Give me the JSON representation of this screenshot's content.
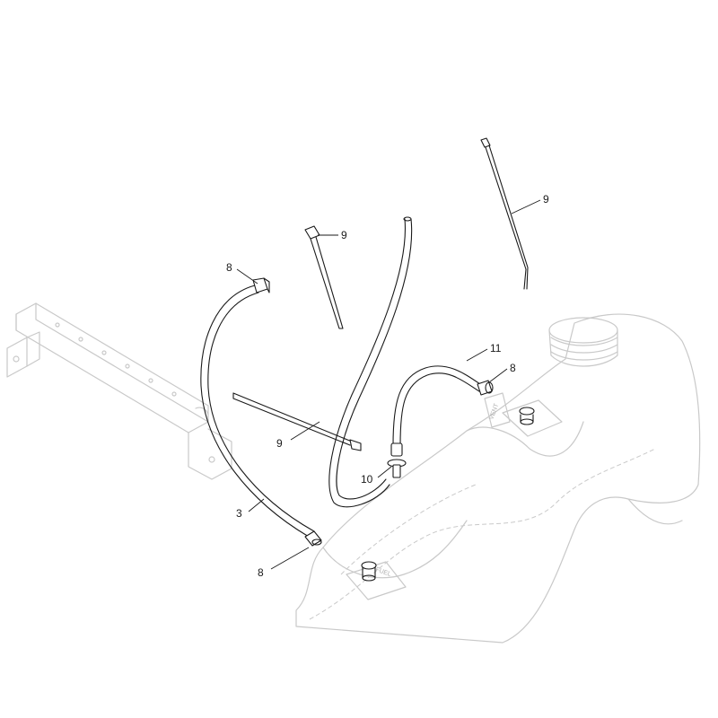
{
  "callouts": [
    {
      "id": "c-8-top",
      "label": "8"
    },
    {
      "id": "c-9-left-tie",
      "label": "9"
    },
    {
      "id": "c-9-right-tie",
      "label": "9"
    },
    {
      "id": "c-9-long-tie",
      "label": "9"
    },
    {
      "id": "c-11",
      "label": "11"
    },
    {
      "id": "c-8-right",
      "label": "8"
    },
    {
      "id": "c-10",
      "label": "10"
    },
    {
      "id": "c-3",
      "label": "3"
    },
    {
      "id": "c-8-bottom",
      "label": "8"
    }
  ],
  "tank_labels": {
    "vent": "VENT",
    "fuel": "FUEL"
  }
}
